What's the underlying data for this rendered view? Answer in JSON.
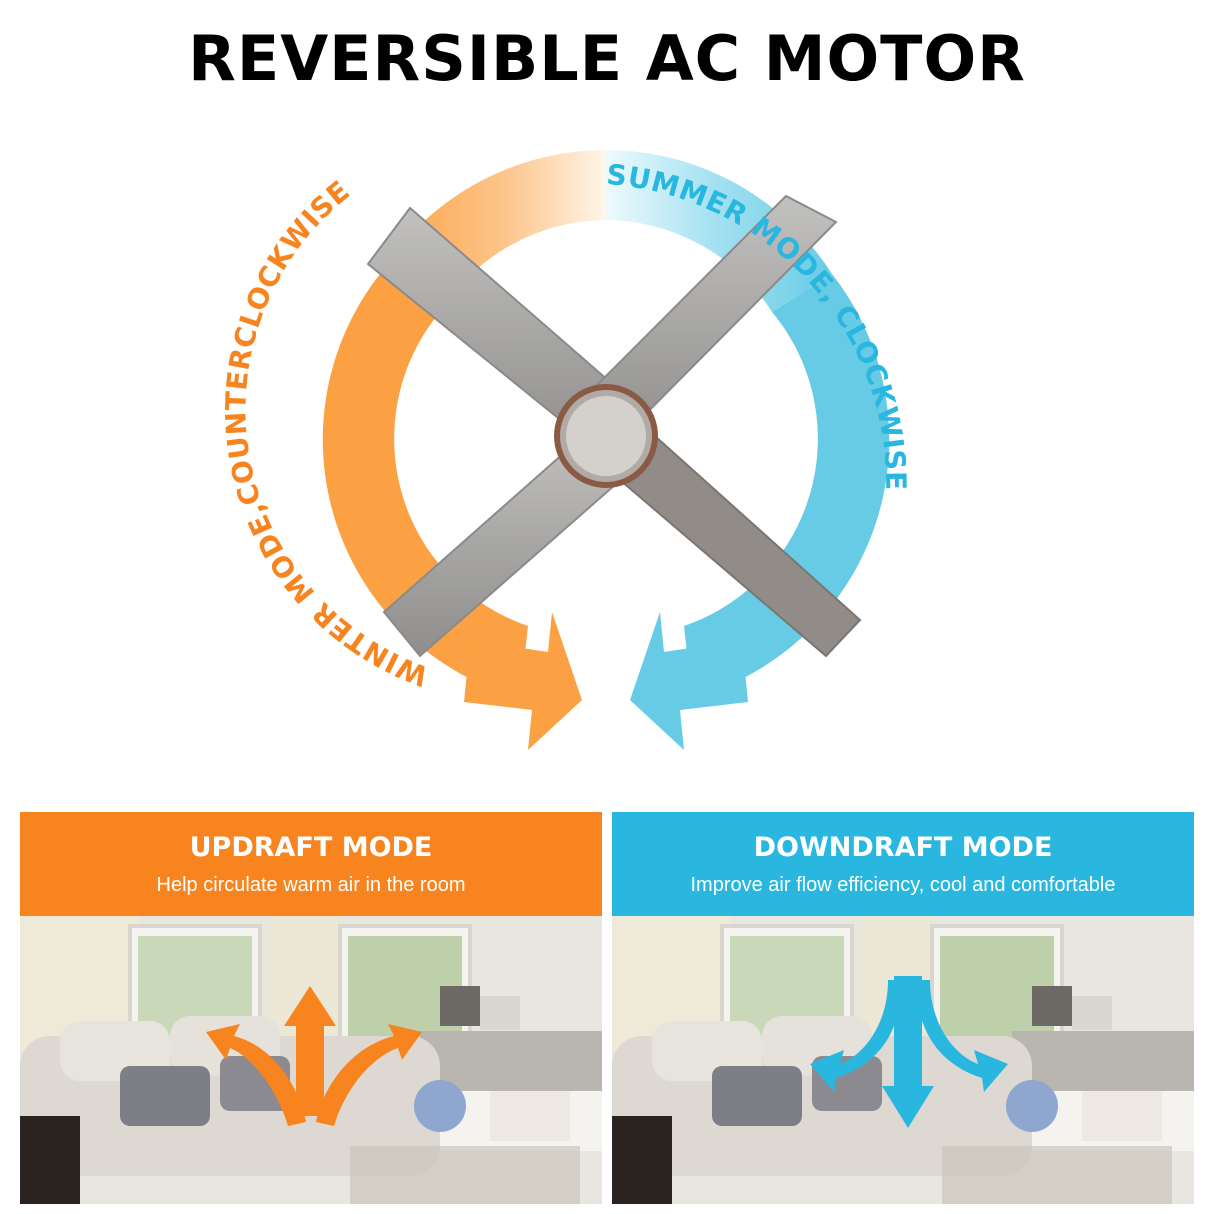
{
  "title": "REVERSIBLE AC MOTOR",
  "colors": {
    "winter_orange": "#fba143",
    "summer_blue": "#67cbe6",
    "updraft_header": "#f7841f",
    "downdraft_header": "#29b7df",
    "blade_silver": "#a9a8a6"
  },
  "diagram": {
    "winter_label": "WINTER MODE,COUNTERCLOCKWISE",
    "summer_label": "SUMMER MODE, CLOCKWISE"
  },
  "panels": [
    {
      "id": "updraft",
      "title": "UPDRAFT MODE",
      "subtitle": "Help circulate warm air in the room",
      "arrows": "up-arrows-icon"
    },
    {
      "id": "downdraft",
      "title": "DOWNDRAFT MODE",
      "subtitle": "Improve air flow efficiency, cool and comfortable",
      "arrows": "down-arrows-icon"
    }
  ]
}
